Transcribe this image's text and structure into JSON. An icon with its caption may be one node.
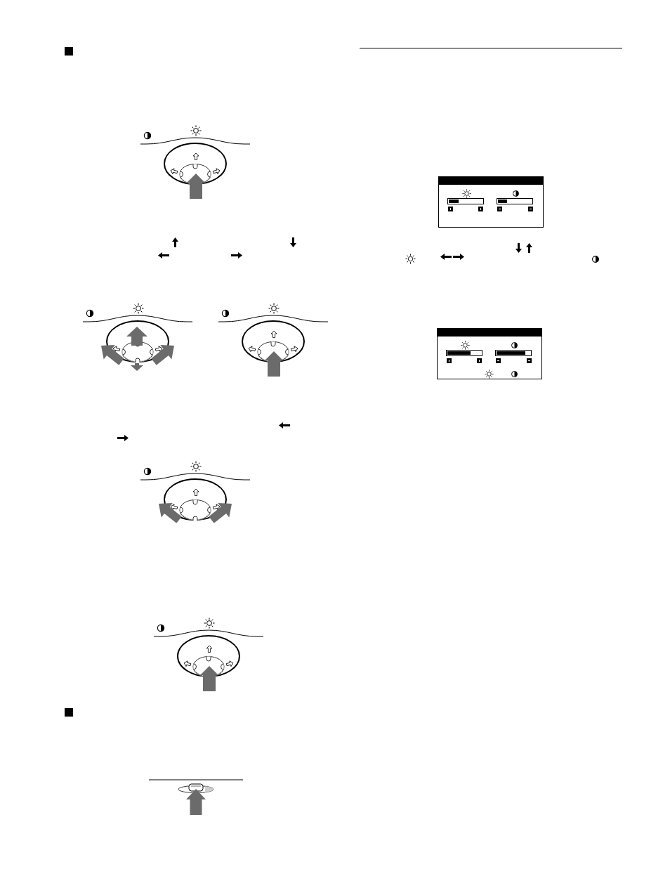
{
  "diagram": {
    "nodes": [
      {
        "text": [],
        "shape": "picture"
      },
      {
        "text": [],
        "shape": "picture"
      },
      {
        "text": [],
        "shape": "picture"
      },
      {
        "text": [],
        "shape": "picture"
      },
      {
        "text": [],
        "shape": "picture"
      },
      {
        "text": [],
        "shape": "picture"
      },
      {
        "text": [],
        "shape": "box"
      },
      {
        "text": [],
        "shape": "box"
      }
    ]
  }
}
